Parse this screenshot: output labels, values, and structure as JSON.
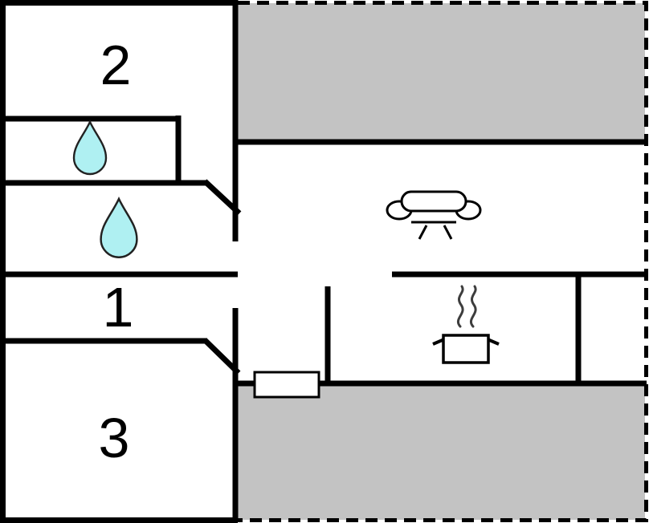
{
  "plan": {
    "title": "floor-plan",
    "colors": {
      "wall": "#000000",
      "floor": "#ffffff",
      "terrace": "#c3c3c3",
      "drop": "#aff0f2",
      "drop_outline": "#222222",
      "steam": "#3d3d3d",
      "label": "#000000"
    },
    "rooms": [
      {
        "id": "room-2",
        "label": "2"
      },
      {
        "id": "room-1",
        "label": "1"
      },
      {
        "id": "room-3",
        "label": "3"
      }
    ],
    "icons": [
      {
        "name": "water-drop-icon"
      },
      {
        "name": "water-drop-icon"
      },
      {
        "name": "sofa-icon"
      },
      {
        "name": "cooking-pot-icon"
      }
    ]
  }
}
